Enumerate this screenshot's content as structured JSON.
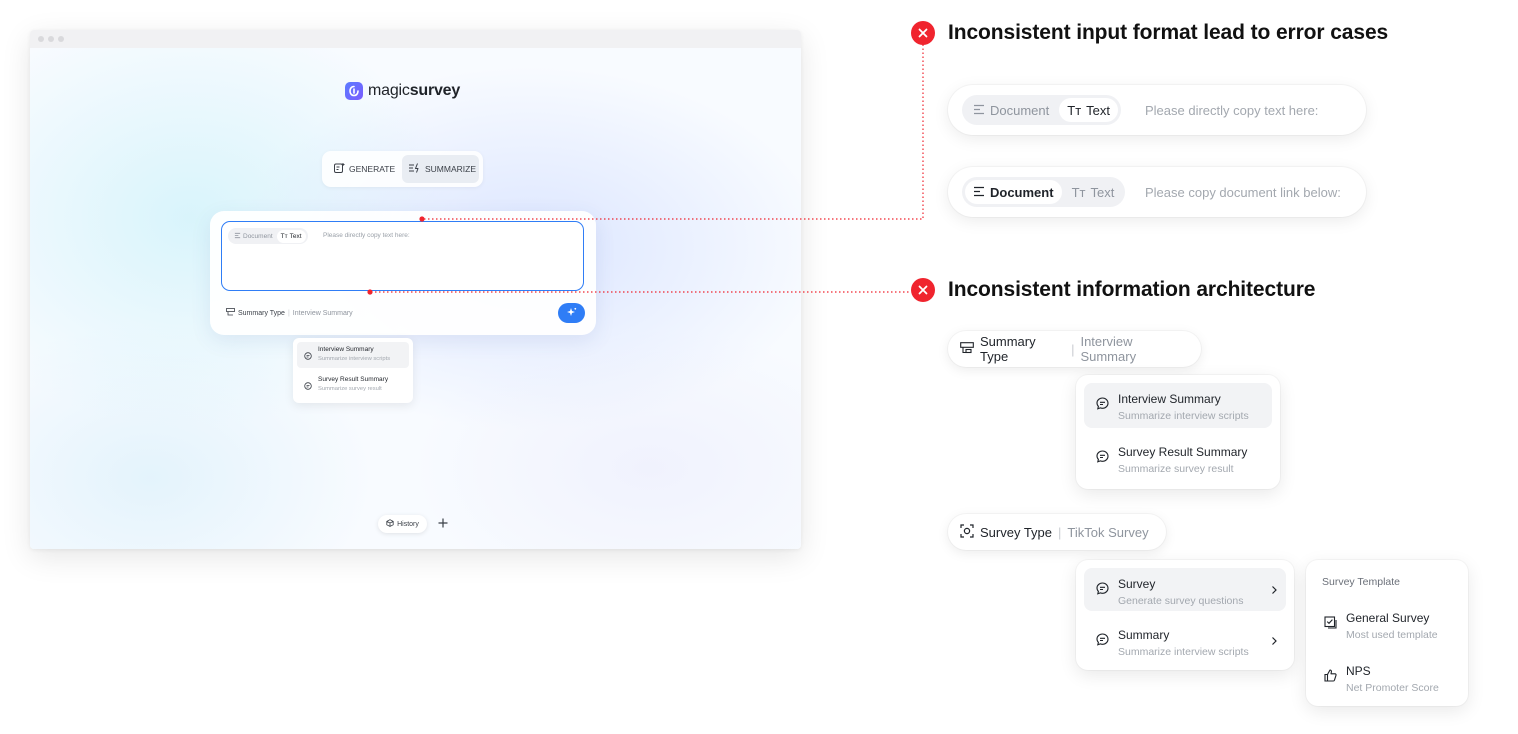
{
  "app": {
    "logo_prefix": "magic",
    "logo_suffix": "survey",
    "modes": [
      {
        "label": "GENERATE",
        "icon": "generate-icon",
        "active": false
      },
      {
        "label": "SUMMARIZE",
        "icon": "summarize-icon",
        "active": true
      }
    ],
    "input": {
      "tabs": [
        {
          "label": "Document",
          "icon": "document-icon",
          "selected": false
        },
        {
          "label": "Text",
          "icon": "text-format-icon",
          "selected": true
        }
      ],
      "placeholder": "Please directly copy text here:"
    },
    "summary_type": {
      "label": "Summary Type",
      "value": "Interview Summary"
    },
    "dropdown": [
      {
        "title": "Interview Summary",
        "subtitle": "Summarize interview scripts",
        "highlighted": true
      },
      {
        "title": "Survey Result Summary",
        "subtitle": "Summarize survey result",
        "highlighted": false
      }
    ],
    "history_label": "History"
  },
  "annotations": {
    "input_issue": {
      "heading": "Inconsistent input format lead to error cases",
      "example_text_mode": {
        "tabs": [
          {
            "label": "Document",
            "selected": false
          },
          {
            "label": "Text",
            "selected": true
          }
        ],
        "placeholder": "Please directly copy text here:"
      },
      "example_document_mode": {
        "tabs": [
          {
            "label": "Document",
            "selected": true
          },
          {
            "label": "Text",
            "selected": false
          }
        ],
        "placeholder": "Please copy document link below:"
      }
    },
    "ia_issue": {
      "heading": "Inconsistent information architecture",
      "summary_type": {
        "label": "Summary Type",
        "value": "Interview Summary"
      },
      "summary_menu": [
        {
          "title": "Interview Summary",
          "subtitle": "Summarize interview scripts",
          "highlighted": true
        },
        {
          "title": "Survey Result Summary",
          "subtitle": "Summarize survey result",
          "highlighted": false
        }
      ],
      "survey_type": {
        "label": "Survey Type",
        "value": "TikTok Survey"
      },
      "survey_menu": [
        {
          "title": "Survey",
          "subtitle": "Generate survey questions",
          "highlighted": true
        },
        {
          "title": "Summary",
          "subtitle": "Summarize interview scripts",
          "highlighted": false
        }
      ],
      "template_menu": {
        "title": "Survey Template",
        "items": [
          {
            "title": "General Survey",
            "subtitle": "Most used template",
            "icon": "checklist-icon"
          },
          {
            "title": "NPS",
            "subtitle": "Net Promoter Score",
            "icon": "thumbs-up-icon"
          }
        ]
      }
    }
  },
  "colors": {
    "accent": "#2f7df6",
    "error": "#f0242e",
    "connector": "#f0242e"
  }
}
